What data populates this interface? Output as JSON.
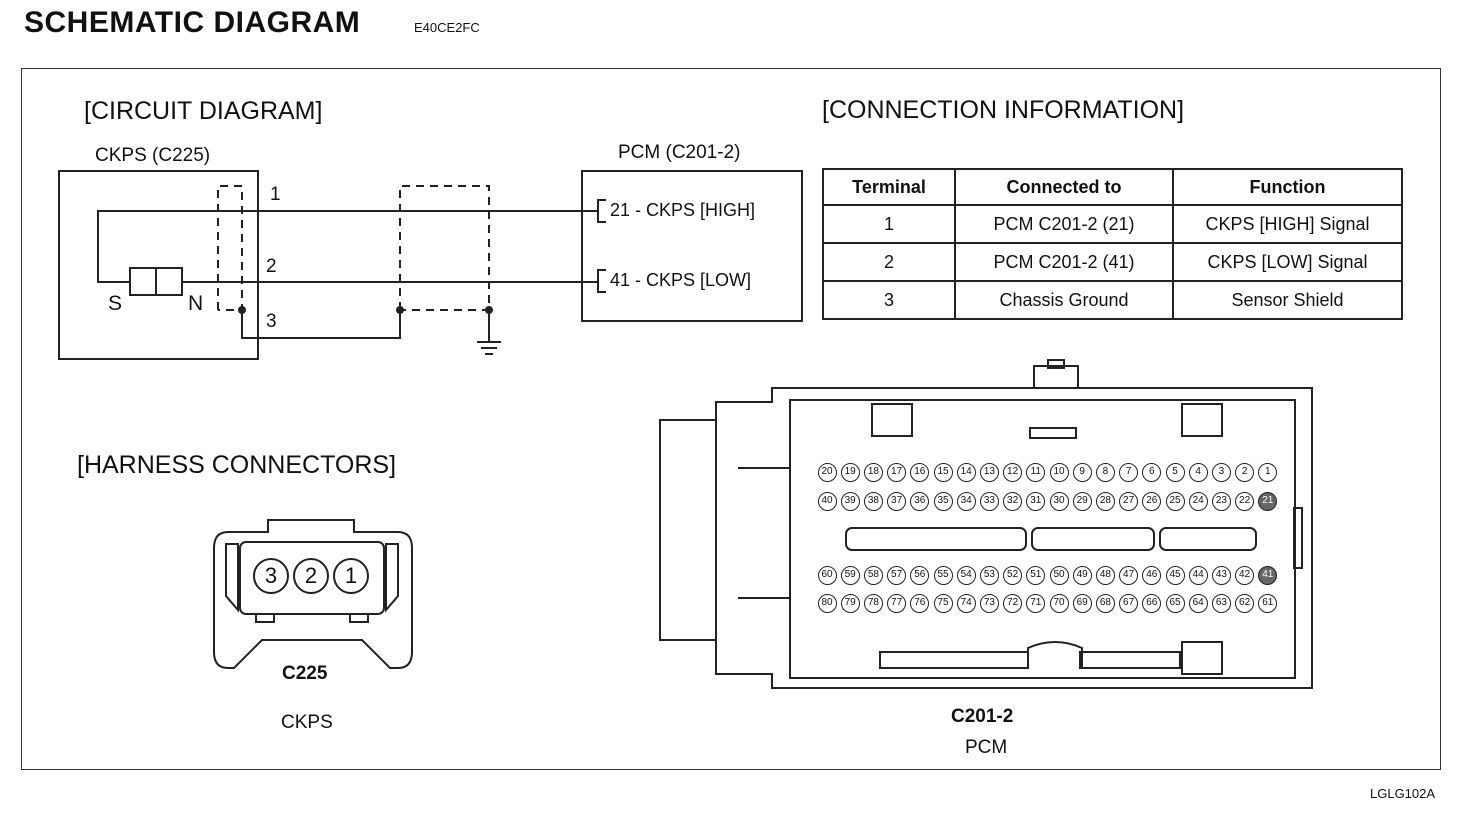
{
  "header": {
    "title": "SCHEMATIC  DIAGRAM",
    "code": "E40CE2FC"
  },
  "figure_code": "LGLG102A",
  "circuit": {
    "heading": "[CIRCUIT DIAGRAM]",
    "sensor_label": "CKPS (C225)",
    "pcm_label": "PCM (C201-2)",
    "wire_numbers": [
      "1",
      "2",
      "3"
    ],
    "pole_s": "S",
    "pole_n": "N",
    "pcm_pins": [
      "21 - CKPS [HIGH]",
      "41 - CKPS [LOW]"
    ]
  },
  "connection": {
    "heading": "[CONNECTION INFORMATION]",
    "columns": [
      "Terminal",
      "Connected to",
      "Function"
    ],
    "rows": [
      [
        "1",
        "PCM C201-2 (21)",
        "CKPS [HIGH] Signal"
      ],
      [
        "2",
        "PCM C201-2 (41)",
        "CKPS [LOW] Signal"
      ],
      [
        "3",
        "Chassis Ground",
        "Sensor Shield"
      ]
    ]
  },
  "harness": {
    "heading": "[HARNESS CONNECTORS]",
    "c225": {
      "pins": [
        "3",
        "2",
        "1"
      ],
      "name": "C225",
      "desc": "CKPS"
    },
    "c201": {
      "name": "C201-2",
      "desc": "PCM",
      "row1": [
        "20",
        "19",
        "18",
        "17",
        "16",
        "15",
        "14",
        "13",
        "12",
        "11",
        "10",
        "9",
        "8",
        "7",
        "6",
        "5",
        "4",
        "3",
        "2",
        "1"
      ],
      "row2": [
        "40",
        "39",
        "38",
        "37",
        "36",
        "35",
        "34",
        "33",
        "32",
        "31",
        "30",
        "29",
        "28",
        "27",
        "26",
        "25",
        "24",
        "23",
        "22",
        "21"
      ],
      "row3": [
        "60",
        "59",
        "58",
        "57",
        "56",
        "55",
        "54",
        "53",
        "52",
        "51",
        "50",
        "49",
        "48",
        "47",
        "46",
        "45",
        "44",
        "43",
        "42",
        "41"
      ],
      "row4": [
        "80",
        "79",
        "78",
        "77",
        "76",
        "75",
        "74",
        "73",
        "72",
        "71",
        "70",
        "69",
        "68",
        "67",
        "66",
        "65",
        "64",
        "63",
        "62",
        "61"
      ],
      "highlighted_pins": [
        "21",
        "41"
      ]
    }
  }
}
